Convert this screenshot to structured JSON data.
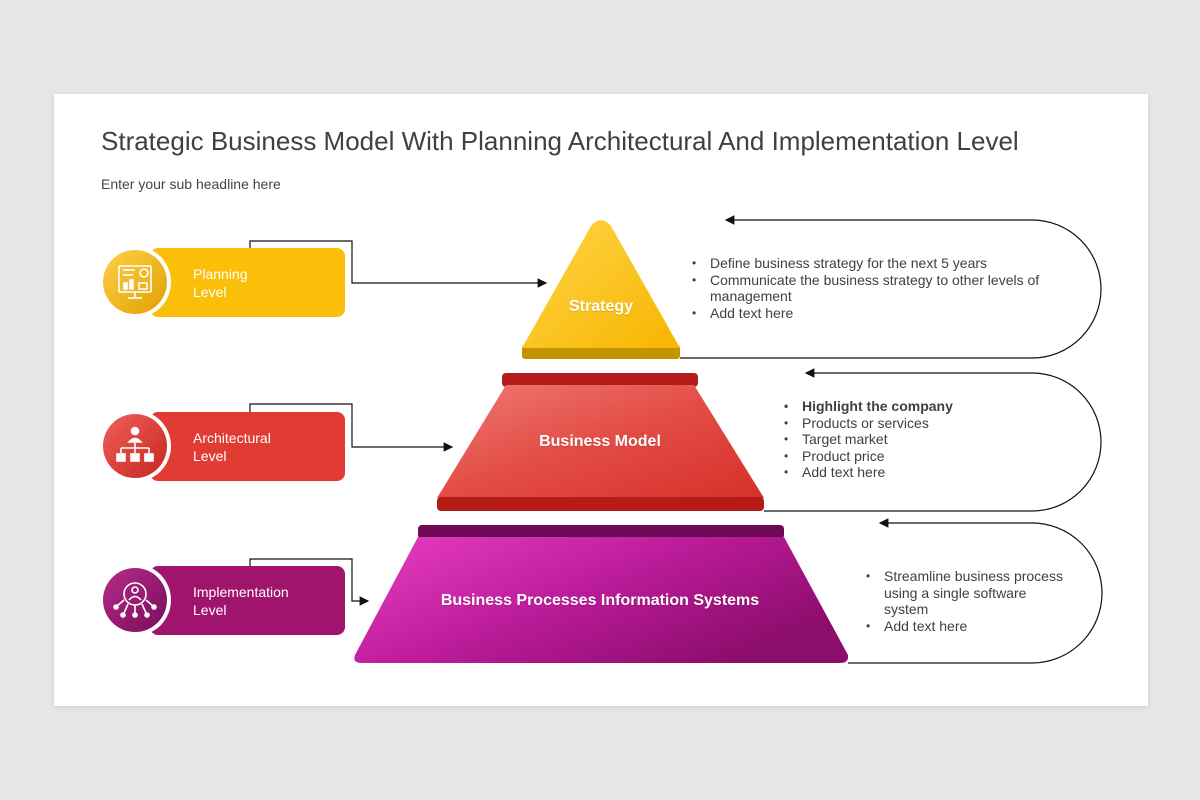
{
  "title": "Strategic Business Model With Planning Architectural And Implementation Level",
  "subtitle": "Enter your sub headline here",
  "levels": [
    {
      "line1": "Planning",
      "line2": "Level",
      "icon": "presentation-board-icon",
      "color": "#fbbf0a"
    },
    {
      "line1": "Architectural",
      "line2": "Level",
      "icon": "org-chart-icon",
      "color": "#e03c33"
    },
    {
      "line1": "Implementation",
      "line2": "Level",
      "icon": "user-network-icon",
      "color": "#a0146e"
    }
  ],
  "pyramid": [
    {
      "label": "Strategy",
      "color": "#fbbf0a"
    },
    {
      "label": "Business Model",
      "color": "#e03c33"
    },
    {
      "label": "Business Processes Information Systems",
      "color": "#b8189a"
    }
  ],
  "details": [
    {
      "items": [
        {
          "text": "Define business strategy for the next 5 years",
          "bold": false
        },
        {
          "text": "Communicate the business strategy to other levels of management",
          "bold": false
        },
        {
          "text": "Add text here",
          "bold": false
        }
      ]
    },
    {
      "items": [
        {
          "text": "Highlight the company",
          "bold": true
        },
        {
          "text": "Products or services",
          "bold": false
        },
        {
          "text": "Target market",
          "bold": false
        },
        {
          "text": "Product price",
          "bold": false
        },
        {
          "text": "Add text here",
          "bold": false
        }
      ]
    },
    {
      "items": [
        {
          "text": "Streamline business process using a single software system",
          "bold": false
        },
        {
          "text": "Add text here",
          "bold": false
        }
      ]
    }
  ]
}
